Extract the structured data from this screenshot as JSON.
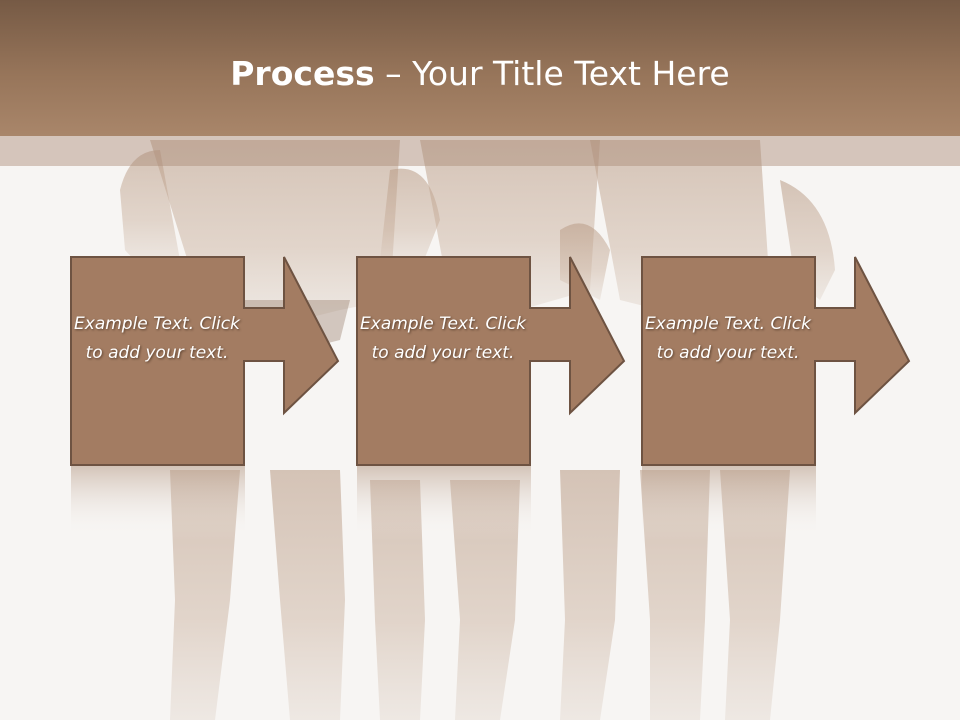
{
  "slide": {
    "title_bold": "Process",
    "title_rest": " – Your Title Text Here"
  },
  "colors": {
    "header_top": "#765a45",
    "header_bottom": "#a9866a",
    "box_fill": "#a37c62",
    "box_border": "#6e5342",
    "text": "#ffffff",
    "background": "#f7f5f3"
  },
  "steps": [
    {
      "text": "Example Text. Click  to add your text."
    },
    {
      "text": "Example Text. Click  to add your text."
    },
    {
      "text": "Example Text. Click  to add your text."
    }
  ]
}
